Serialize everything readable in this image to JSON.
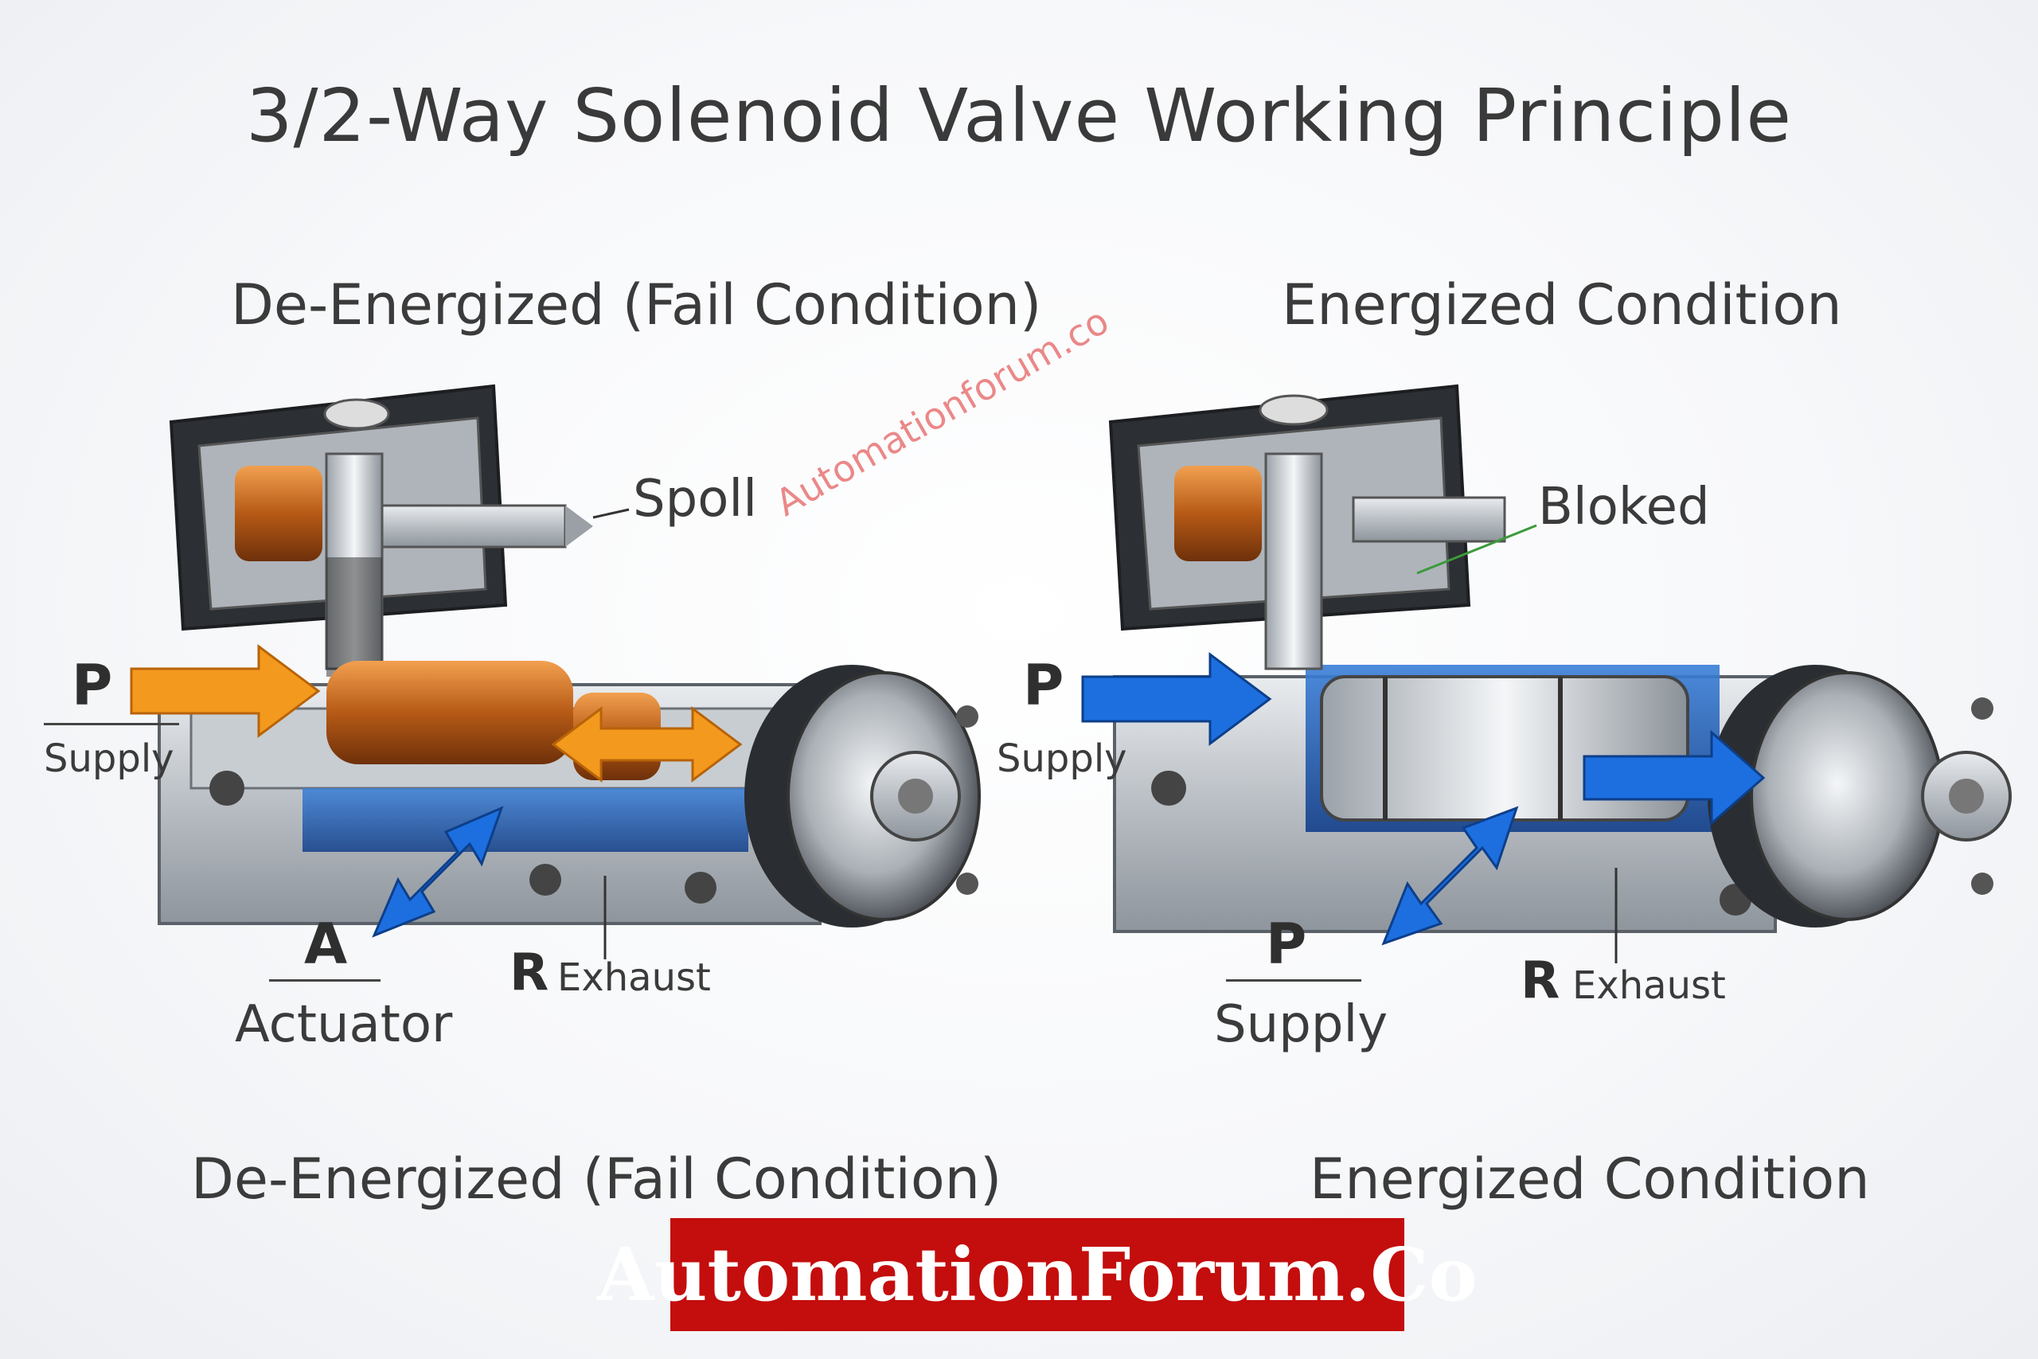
{
  "title": "3/2-Way Solenoid Valve Working Principle",
  "left": {
    "heading": "De-Energized (Fail Condition)",
    "caption": "De-Energized (Fail Condition)",
    "port_p_letter": "P",
    "port_p_label": "Supply",
    "callout": "Spoll",
    "port_a_letter": "A",
    "port_a_label": "Actuator",
    "port_r_letter": "R",
    "port_r_label": "Exhaust",
    "flow_color": "#f39a1e"
  },
  "right": {
    "heading": "Energized Condition",
    "caption": "Energized Condition",
    "port_p_letter": "P",
    "port_p_label": "Supply",
    "callout": "Bloked",
    "port_p2_letter": "P",
    "port_p2_label": "Supply",
    "port_r_letter": "R",
    "port_r_label": "Exhaust",
    "flow_color": "#1a6ee0"
  },
  "watermark": "Automationforum.co",
  "brand": "AutomationForum.Co"
}
